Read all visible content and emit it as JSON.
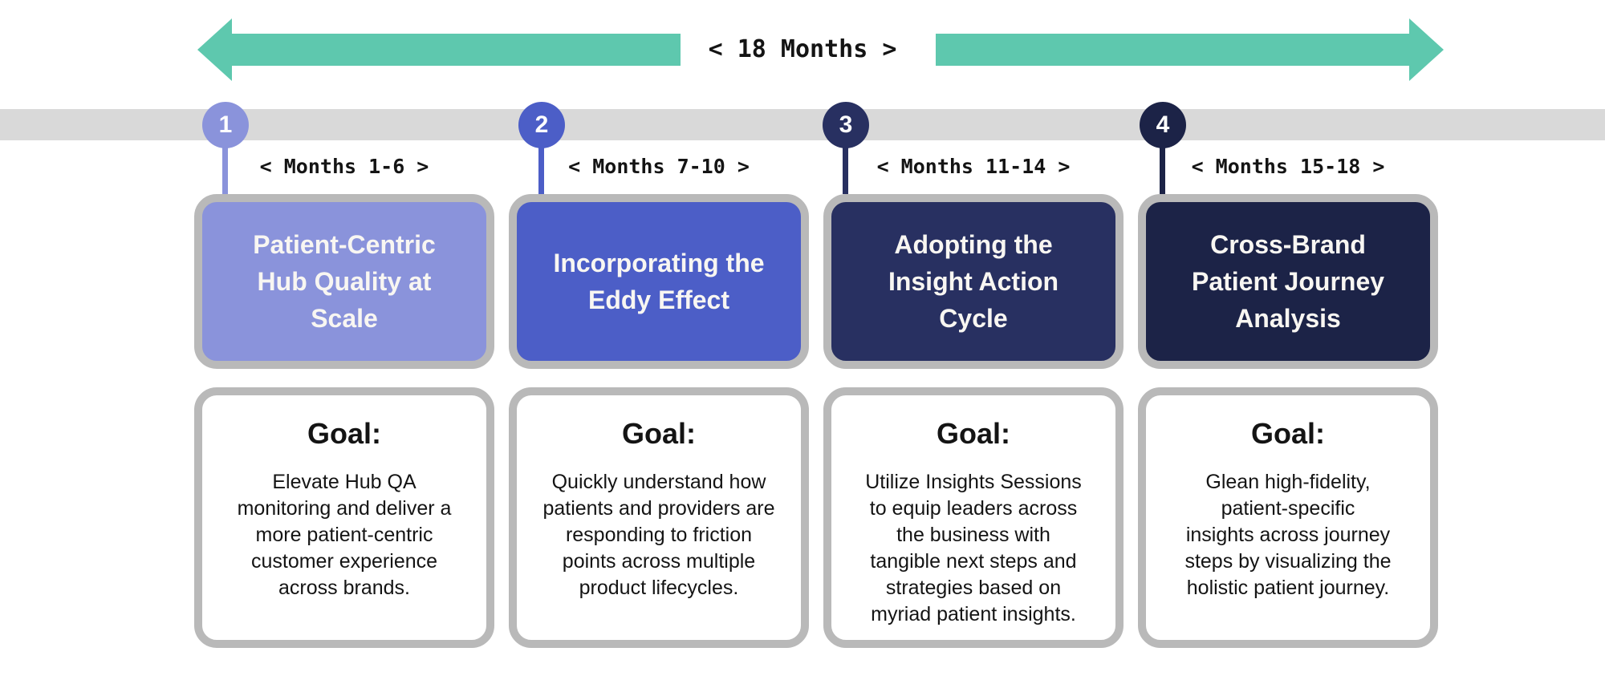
{
  "colors": {
    "arrow_teal": "#5EC8AE",
    "track_gray": "#D9D9D9",
    "box_border_gray": "#B9B9B9",
    "title_text": "#F8F6F2",
    "body_text": "#141414"
  },
  "timeline": {
    "duration_label": "< 18 Months >"
  },
  "phases": [
    {
      "number": "1",
      "months_label": "< Months 1-6 >",
      "color": "#8A93DB",
      "title": "Patient-Centric Hub Quality at Scale",
      "title_lines": [
        "Patient-Centric",
        "Hub Quality at",
        "Scale"
      ],
      "goal_heading": "Goal:",
      "goal_text": "Elevate Hub QA monitoring and deliver a more patient-centric customer experience across brands.",
      "goal_lines": [
        "Elevate Hub QA",
        "monitoring and deliver a",
        "more patient-centric",
        "customer experience",
        "across brands."
      ]
    },
    {
      "number": "2",
      "months_label": "< Months 7-10 >",
      "color": "#4C5EC7",
      "title": "Incorporating the Eddy Effect",
      "title_lines": [
        "Incorporating the",
        "Eddy Effect"
      ],
      "goal_heading": "Goal:",
      "goal_text": "Quickly understand how patients and providers are responding to friction points across multiple product lifecycles.",
      "goal_lines": [
        "Quickly understand how",
        "patients and providers are",
        "responding to friction",
        "points across multiple",
        "product lifecycles."
      ]
    },
    {
      "number": "3",
      "months_label": "< Months 11-14 >",
      "color": "#283061",
      "title": "Adopting the Insight Action Cycle",
      "title_lines": [
        "Adopting the",
        "Insight Action",
        "Cycle"
      ],
      "goal_heading": "Goal:",
      "goal_text": "Utilize Insights Sessions to equip leaders across the business with tangible next steps and strategies based on myriad patient insights.",
      "goal_lines": [
        "Utilize Insights Sessions",
        "to equip leaders across",
        "the business with",
        "tangible next steps and",
        "strategies based on",
        "myriad patient insights."
      ]
    },
    {
      "number": "4",
      "months_label": "< Months 15-18 >",
      "color": "#1C2347",
      "title": "Cross-Brand Patient Journey Analysis",
      "title_lines": [
        "Cross-Brand",
        "Patient Journey",
        "Analysis"
      ],
      "goal_heading": "Goal:",
      "goal_text": "Glean high-fidelity, patient-specific insights across journey steps by visualizing the holistic patient journey.",
      "goal_lines": [
        "Glean high-fidelity,",
        "patient-specific",
        "insights across journey",
        "steps by visualizing the",
        "holistic patient journey."
      ]
    }
  ]
}
